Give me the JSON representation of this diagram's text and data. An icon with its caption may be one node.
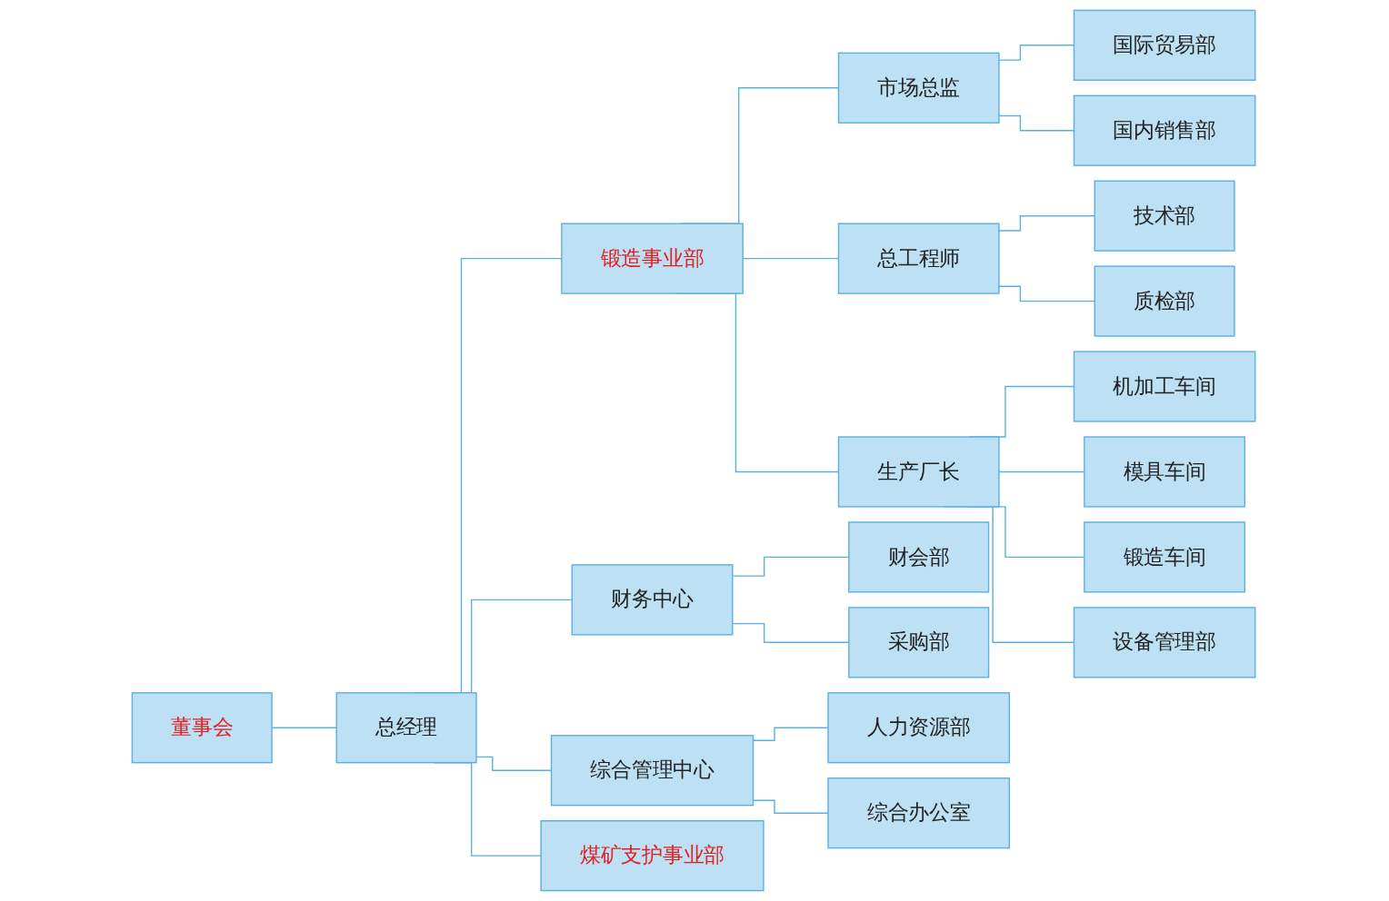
{
  "diagram": {
    "nodes": [
      {
        "text": [
          "董事会"
        ]
      },
      {
        "text": [
          "总经理"
        ]
      },
      {
        "text": [
          "锻造事业部"
        ]
      },
      {
        "text": [
          "财务中心"
        ]
      },
      {
        "text": [
          "综合管理中心"
        ]
      },
      {
        "text": [
          "煤矿支护事业部"
        ]
      },
      {
        "text": [
          "市场总监"
        ]
      },
      {
        "text": [
          "总工程师"
        ]
      },
      {
        "text": [
          "生产厂长"
        ]
      },
      {
        "text": [
          "国际贸易部"
        ]
      },
      {
        "text": [
          "国内销售部"
        ]
      },
      {
        "text": [
          "技术部"
        ]
      },
      {
        "text": [
          "质检部"
        ]
      },
      {
        "text": [
          "机加工车间"
        ]
      },
      {
        "text": [
          "模具车间"
        ]
      },
      {
        "text": [
          "锻造车间"
        ]
      },
      {
        "text": [
          "设备管理部"
        ]
      },
      {
        "text": [
          "财会部"
        ]
      },
      {
        "text": [
          "采购部"
        ]
      },
      {
        "text": [
          "人力资源部"
        ]
      },
      {
        "text": [
          "综合办公室"
        ]
      }
    ],
    "edges": [
      {
        "from": 0,
        "to": 1,
        "arrow": "none"
      },
      {
        "from": 1,
        "to": 2,
        "arrow": "none"
      },
      {
        "from": 1,
        "to": 3,
        "arrow": "none"
      },
      {
        "from": 1,
        "to": 4,
        "arrow": "none"
      },
      {
        "from": 1,
        "to": 5,
        "arrow": "none"
      },
      {
        "from": 2,
        "to": 6,
        "arrow": "none"
      },
      {
        "from": 2,
        "to": 7,
        "arrow": "none"
      },
      {
        "from": 2,
        "to": 8,
        "arrow": "none"
      },
      {
        "from": 6,
        "to": 9,
        "arrow": "none"
      },
      {
        "from": 6,
        "to": 10,
        "arrow": "none"
      },
      {
        "from": 7,
        "to": 11,
        "arrow": "none"
      },
      {
        "from": 7,
        "to": 12,
        "arrow": "none"
      },
      {
        "from": 8,
        "to": 13,
        "arrow": "none"
      },
      {
        "from": 8,
        "to": 14,
        "arrow": "none"
      },
      {
        "from": 8,
        "to": 15,
        "arrow": "none"
      },
      {
        "from": 8,
        "to": 16,
        "arrow": "none"
      },
      {
        "from": 3,
        "to": 17,
        "arrow": "none"
      },
      {
        "from": 3,
        "to": 18,
        "arrow": "none"
      },
      {
        "from": 4,
        "to": 19,
        "arrow": "none"
      },
      {
        "from": 4,
        "to": 20,
        "arrow": "none"
      }
    ]
  }
}
